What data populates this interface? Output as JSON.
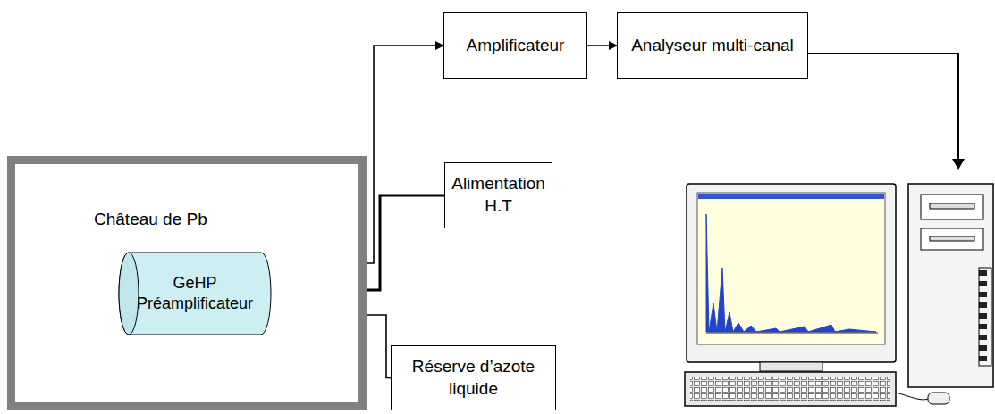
{
  "diagram": {
    "nodes": [
      {
        "text": [
          "Château de Pb"
        ]
      },
      {
        "text": [
          "GeHP Préamplificateur"
        ],
        "in": 0
      },
      {
        "text": [
          "Amplificateur"
        ]
      },
      {
        "text": [
          "Analyseur multi-canal"
        ]
      },
      {
        "text": [
          "Alimentation H.T"
        ]
      },
      {
        "text": [
          "Réserve d’azote liquide"
        ]
      }
    ],
    "edges": [
      {
        "from": 1,
        "to": 2,
        "arrow": "to"
      },
      {
        "from": 2,
        "to": 3,
        "arrow": "to"
      },
      {
        "from": 4,
        "to": 1,
        "arrow": "to"
      },
      {
        "from": 1,
        "to": 5,
        "arrow": "none"
      }
    ]
  }
}
